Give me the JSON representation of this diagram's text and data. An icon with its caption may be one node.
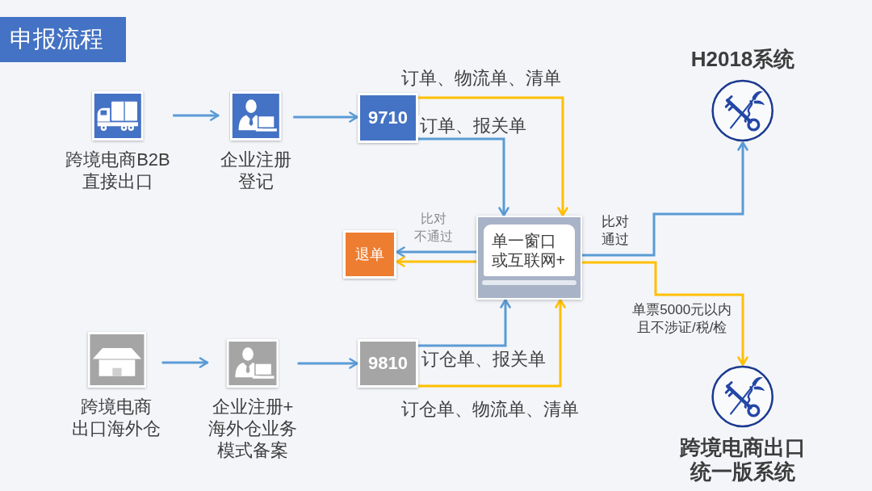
{
  "diagram": {
    "title": "申报流程",
    "nodes": [
      {
        "text": [
          "跨境电商B2B直接出口"
        ]
      },
      {
        "text": [
          "企业注册登记"
        ]
      },
      {
        "text": [
          "9710"
        ]
      },
      {
        "text": [
          "H2018系统"
        ]
      },
      {
        "text": [
          "退单"
        ]
      },
      {
        "text": [
          "单一窗口或互联网+"
        ]
      },
      {
        "text": [
          "跨境电商出口海外仓"
        ]
      },
      {
        "text": [
          "企业注册+海外仓业务模式备案"
        ]
      },
      {
        "text": [
          "9810"
        ]
      },
      {
        "text": [
          "跨境电商出口统一版系统"
        ]
      }
    ],
    "edges": [
      {
        "from": 0,
        "to": 1,
        "arrow": "to"
      },
      {
        "from": 1,
        "to": 2,
        "arrow": "to"
      },
      {
        "from": 2,
        "to": 5,
        "arrow": "to",
        "label": "订单、物流单、清单",
        "color": "#ffc000"
      },
      {
        "from": 2,
        "to": 5,
        "arrow": "to",
        "label": "订单、报关单"
      },
      {
        "from": 5,
        "to": 4,
        "arrow": "to",
        "label": "比对不通过"
      },
      {
        "from": 5,
        "to": 4,
        "arrow": "to",
        "color": "#ffc000"
      },
      {
        "from": 5,
        "to": 3,
        "arrow": "to",
        "label": "比对通过"
      },
      {
        "from": 5,
        "to": 9,
        "arrow": "to",
        "label": "单票5000元以内且不涉证/税/检",
        "color": "#ffc000"
      },
      {
        "from": 6,
        "to": 7,
        "arrow": "to"
      },
      {
        "from": 7,
        "to": 8,
        "arrow": "to"
      },
      {
        "from": 8,
        "to": 5,
        "arrow": "to",
        "label": "订仓单、报关单"
      },
      {
        "from": 8,
        "to": 5,
        "arrow": "to",
        "label": "订仓单、物流单、清单",
        "color": "#ffc000"
      }
    ]
  }
}
